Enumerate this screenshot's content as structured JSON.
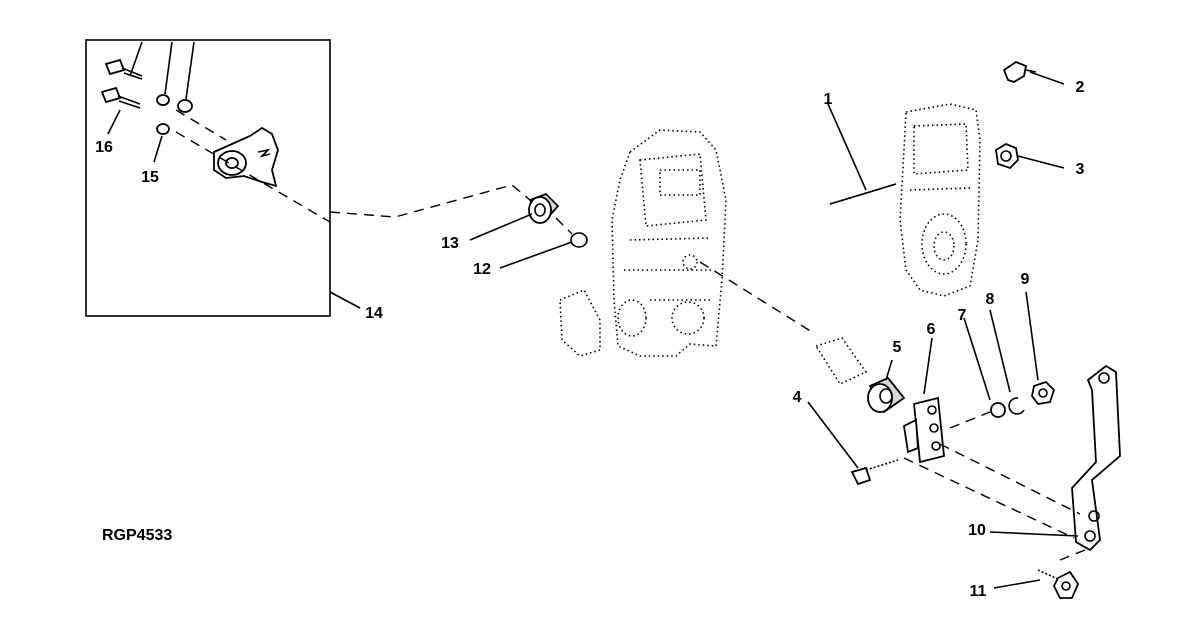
{
  "figure_id": "RGP4533",
  "callouts": [
    "1",
    "2",
    "3",
    "4",
    "5",
    "6",
    "7",
    "8",
    "9",
    "10",
    "11",
    "12",
    "13",
    "14",
    "15",
    "16"
  ]
}
